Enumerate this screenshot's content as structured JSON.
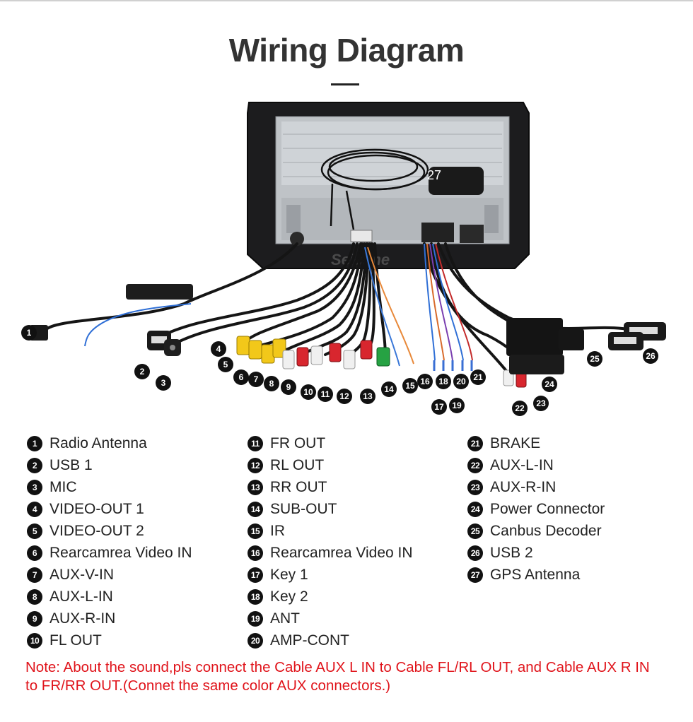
{
  "title": "Wiring Diagram",
  "image": {
    "watermark": "Seicane",
    "gps_label": "27",
    "callouts": [
      "1",
      "2",
      "3",
      "4",
      "5",
      "6",
      "7",
      "8",
      "9",
      "10",
      "11",
      "12",
      "13",
      "14",
      "15",
      "16",
      "17",
      "18",
      "19",
      "20",
      "21",
      "22",
      "23",
      "24",
      "25",
      "26"
    ]
  },
  "legend": {
    "columns": [
      [
        {
          "num": "1",
          "label": "Radio Antenna"
        },
        {
          "num": "2",
          "label": "USB 1"
        },
        {
          "num": "3",
          "label": "MIC"
        },
        {
          "num": "4",
          "label": "VIDEO-OUT 1"
        },
        {
          "num": "5",
          "label": "VIDEO-OUT 2"
        },
        {
          "num": "6",
          "label": "Rearcamrea Video IN"
        },
        {
          "num": "7",
          "label": "AUX-V-IN"
        },
        {
          "num": "8",
          "label": "AUX-L-IN"
        },
        {
          "num": "9",
          "label": "AUX-R-IN"
        },
        {
          "num": "10",
          "label": "FL OUT"
        }
      ],
      [
        {
          "num": "11",
          "label": "FR OUT"
        },
        {
          "num": "12",
          "label": "RL OUT"
        },
        {
          "num": "13",
          "label": "RR OUT"
        },
        {
          "num": "14",
          "label": "SUB-OUT"
        },
        {
          "num": "15",
          "label": "IR"
        },
        {
          "num": "16",
          "label": "Rearcamrea Video IN"
        },
        {
          "num": "17",
          "label": "Key 1"
        },
        {
          "num": "18",
          "label": "Key 2"
        },
        {
          "num": "19",
          "label": "ANT"
        },
        {
          "num": "20",
          "label": "AMP-CONT"
        }
      ],
      [
        {
          "num": "21",
          "label": "BRAKE"
        },
        {
          "num": "22",
          "label": "AUX-L-IN"
        },
        {
          "num": "23",
          "label": "AUX-R-IN"
        },
        {
          "num": "24",
          "label": "Power Connector"
        },
        {
          "num": "25",
          "label": "Canbus Decoder"
        },
        {
          "num": "26",
          "label": "USB 2"
        },
        {
          "num": "27",
          "label": "GPS Antenna"
        }
      ]
    ]
  },
  "note": "Note: About the sound,pls connect the Cable AUX L IN to Cable FL/RL OUT, and Cable AUX R IN to FR/RR OUT.(Connet the same color AUX connectors.)"
}
